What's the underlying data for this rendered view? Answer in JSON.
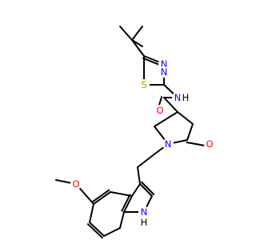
{
  "colors": {
    "bond": "#000000",
    "N": "#0000ff",
    "O": "#ff0000",
    "S": "#b8a200",
    "background": "#ffffff"
  },
  "atoms": {
    "N_thia1": "N",
    "N_thia2": "N",
    "S_thia": "S",
    "NH_amide": "N",
    "H_amide": "H",
    "O_amide": "O",
    "N_pyrrolidine": "N",
    "O_ketone": "O",
    "O_methoxy": "O",
    "NH_indole": "H",
    "N_indole": "N"
  }
}
